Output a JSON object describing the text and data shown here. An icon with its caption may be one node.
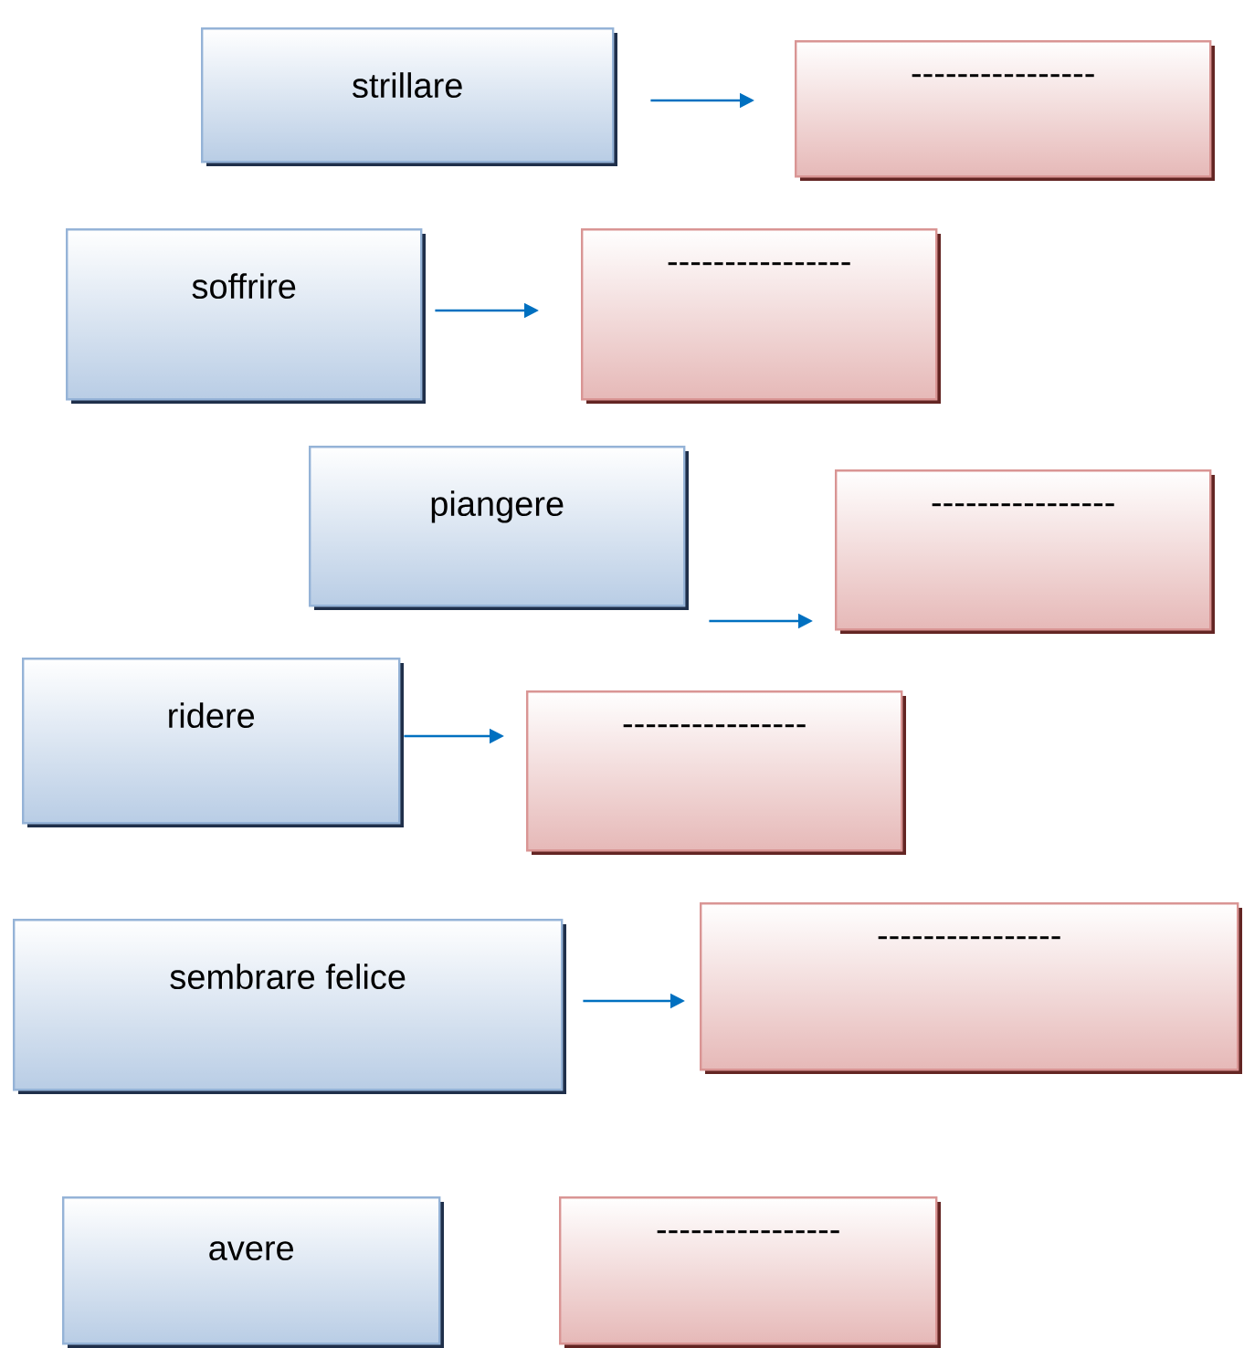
{
  "diagram": {
    "nodes": [
      {
        "text": [
          "strillare"
        ]
      },
      {
        "text": [
          "----------------"
        ]
      },
      {
        "text": [
          "soffrire"
        ]
      },
      {
        "text": [
          "----------------"
        ]
      },
      {
        "text": [
          "piangere"
        ]
      },
      {
        "text": [
          "----------------"
        ]
      },
      {
        "text": [
          "ridere"
        ]
      },
      {
        "text": [
          "----------------"
        ]
      },
      {
        "text": [
          "sembrare felice"
        ]
      },
      {
        "text": [
          "----------------"
        ]
      },
      {
        "text": [
          "avere"
        ]
      },
      {
        "text": [
          "----------------"
        ]
      }
    ],
    "edges": [
      {
        "from": 0,
        "to": 1,
        "arrow": "to"
      },
      {
        "from": 2,
        "to": 3,
        "arrow": "to"
      },
      {
        "from": 4,
        "to": 5,
        "arrow": "to"
      },
      {
        "from": 6,
        "to": 7,
        "arrow": "to"
      },
      {
        "from": 8,
        "to": 9,
        "arrow": "to"
      }
    ]
  }
}
